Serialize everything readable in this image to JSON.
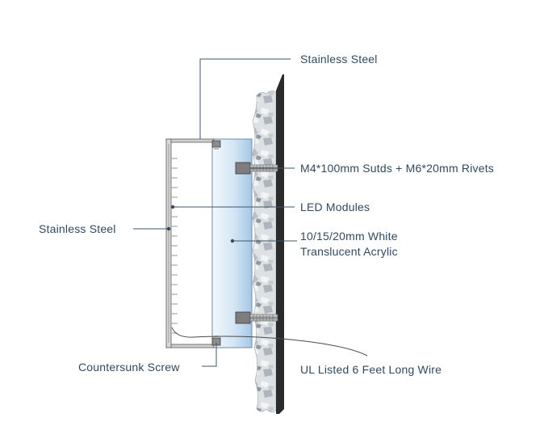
{
  "labels": {
    "stainless_steel_top": "Stainless Steel",
    "studs_rivets": "M4*100mm Sutds + M6*20mm Rivets",
    "led_modules": "LED Modules",
    "acrylic_line1": "10/15/20mm  White",
    "acrylic_line2": "Translucent Acrylic",
    "stainless_steel_left": "Stainless Steel",
    "countersunk_screw": "Countersunk Screw",
    "wire": "UL Listed 6 Feet Long Wire"
  },
  "colors": {
    "label_text": "#2f4a62",
    "leader_line": "#3c566d",
    "wall": "#2b2b2b",
    "stone": "#c9ced3",
    "acrylic_light": "#eef5fb",
    "acrylic_dark": "#a9c9e6",
    "steel": "#d8d8d8"
  }
}
